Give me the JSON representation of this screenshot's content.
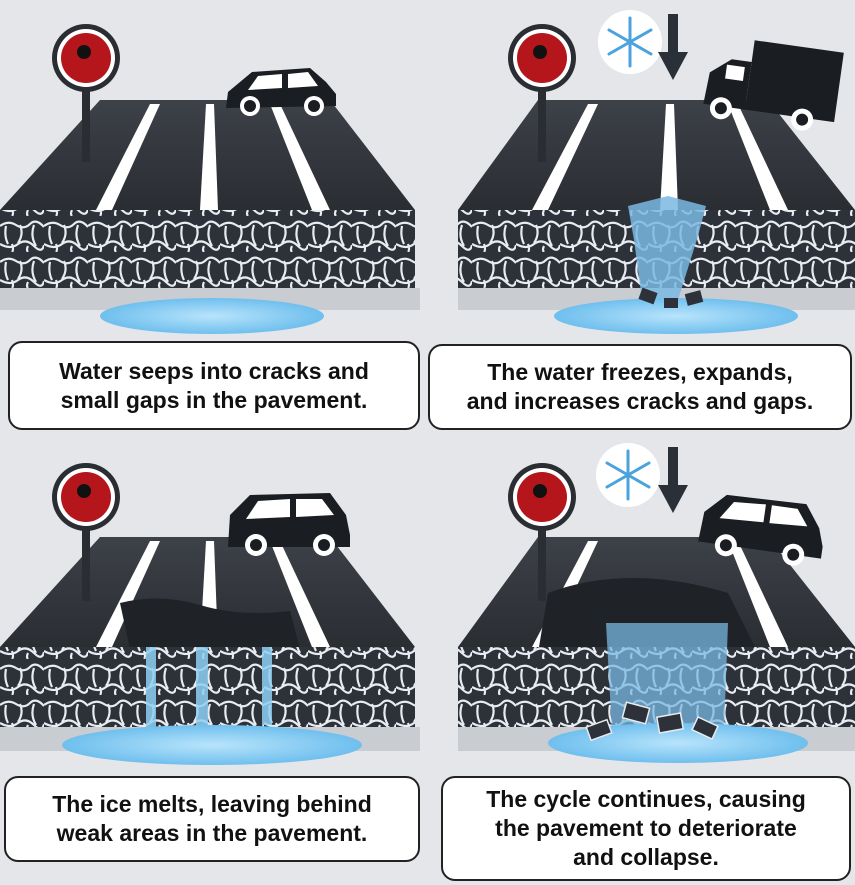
{
  "colors": {
    "background": "#e4e6ea",
    "asphalt": "#33373d",
    "road_stripe": "#ffffff",
    "water": "#8fd0f3",
    "stone_fill": "#2d3139",
    "stone_lines": "#e8ecf0",
    "sign_red": "#b5161c",
    "vehicle": "#1a1d22",
    "arrow": "#2a3038"
  },
  "panels": [
    {
      "id": "water-seeps",
      "caption": "Water seeps into cracks and\nsmall gaps in the pavement."
    },
    {
      "id": "water-freezes",
      "caption": "The water freezes, expands,\nand increases cracks and gaps."
    },
    {
      "id": "ice-melts",
      "caption": "The ice melts, leaving behind\nweak areas in the pavement."
    },
    {
      "id": "cycle-continues",
      "caption": "The cycle continues, causing\nthe pavement to deteriorate\nand collapse."
    }
  ]
}
